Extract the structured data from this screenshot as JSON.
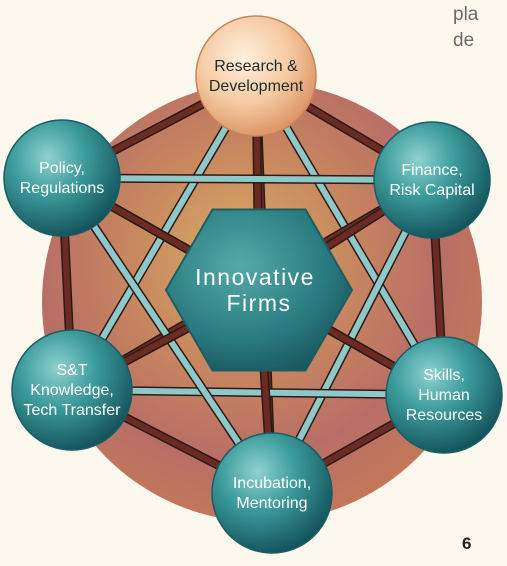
{
  "diagram": {
    "center": {
      "lines": [
        "Innovative",
        "Firms"
      ]
    },
    "nodes": [
      {
        "id": "research",
        "lines": [
          "Research &",
          "Development"
        ],
        "style": "peach"
      },
      {
        "id": "finance",
        "lines": [
          "Finance,",
          "Risk Capital"
        ],
        "style": "teal"
      },
      {
        "id": "skills",
        "lines": [
          "Skills,",
          "Human",
          "Resources"
        ],
        "style": "teal"
      },
      {
        "id": "incubation",
        "lines": [
          "Incubation,",
          "Mentoring"
        ],
        "style": "teal"
      },
      {
        "id": "st-knowledge",
        "lines": [
          "S&T",
          "Knowledge,",
          "Tech Transfer"
        ],
        "style": "teal"
      },
      {
        "id": "policy",
        "lines": [
          "Policy,",
          "Regulations"
        ],
        "style": "teal"
      }
    ]
  },
  "side_text": {
    "lines": [
      "pla",
      "de"
    ]
  },
  "page_number": "6",
  "colors": {
    "background": "#fdf8ee",
    "teal": "#2e8f92",
    "peach": "#f2c39a",
    "disc": "#c87a55",
    "bar_light": "#8fc8c8",
    "bar_dark": "#6b2a22",
    "text_dark": "#1f2a2a",
    "text_light": "#ffffff"
  }
}
